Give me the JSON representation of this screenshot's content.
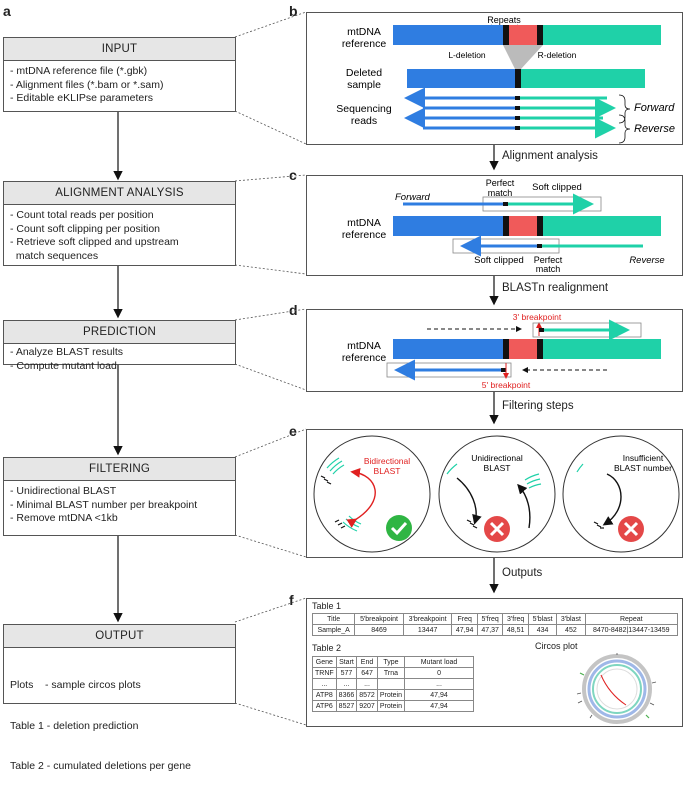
{
  "panel_labels": [
    "a",
    "b",
    "c",
    "d",
    "e",
    "f"
  ],
  "pipeline": [
    {
      "title": "INPUT",
      "items": [
        "- mtDNA reference file (*.gbk)",
        "- Alignment files (*.bam or *.sam)",
        "- Editable eKLIPse parameters"
      ]
    },
    {
      "title": "ALIGNMENT ANALYSIS",
      "items": [
        "- Count total reads per position",
        "- Count soft clipping per position",
        "- Retrieve soft clipped and upstream",
        "  match sequences"
      ]
    },
    {
      "title": "PREDICTION",
      "items": [
        "- Analyze BLAST results",
        "- Compute mutant load"
      ]
    },
    {
      "title": "FILTERING",
      "items": [
        "- Unidirectional BLAST",
        "- Minimal BLAST number per breakpoint",
        "- Remove mtDNA <1kb"
      ]
    },
    {
      "title": "OUTPUT",
      "items": [
        "Plots    - sample circos plots",
        "Table 1 - deletion prediction",
        "Table 2 - cumulated deletions per gene"
      ]
    }
  ],
  "steps": [
    "Alignment analysis",
    "BLASTn realignment",
    "Filtering steps",
    "Outputs"
  ],
  "panel_b": {
    "repeats": "Repeats",
    "mtdna": "mtDNA",
    "reference": "reference",
    "l_deletion": "L-deletion",
    "r_deletion": "R-deletion",
    "deleted": "Deleted",
    "sample": "sample",
    "sequencing": "Sequencing",
    "reads": "reads",
    "forward": "Forward",
    "reverse": "Reverse"
  },
  "panel_c": {
    "forward": "Forward",
    "perfect": "Perfect",
    "match": "match",
    "soft_clipped": "Soft clipped",
    "mtdna": "mtDNA",
    "reference": "reference",
    "reverse": "Reverse"
  },
  "panel_d": {
    "bp3": "3' breakpoint",
    "bp5": "5' breakpoint",
    "mtdna": "mtDNA",
    "reference": "reference"
  },
  "panel_e": {
    "bidirectional": "Bidirectional",
    "unidirectional": "Unidirectional",
    "insufficient": "Insufficient",
    "blast": "BLAST",
    "blast_number": "BLAST number"
  },
  "table1": {
    "title": "Table 1",
    "headers": [
      "Title",
      "5'breakpoint",
      "3'breakpoint",
      "Freq",
      "5'freq",
      "3'freq",
      "5'blast",
      "3'blast",
      "Repeat"
    ],
    "rows": [
      [
        "Sample_A",
        "8469",
        "13447",
        "47,94",
        "47,37",
        "48,51",
        "434",
        "452",
        "8470-8482|13447-13459"
      ]
    ]
  },
  "table2": {
    "title": "Table 2",
    "headers": [
      "Gene",
      "Start",
      "End",
      "Type",
      "Mutant load"
    ],
    "rows": [
      [
        "TRNF",
        "577",
        "647",
        "Trna",
        "0"
      ],
      [
        "...",
        "...",
        "...",
        "",
        "..."
      ],
      [
        "ATP8",
        "8366",
        "8572",
        "Protein",
        "47,94"
      ],
      [
        "ATP6",
        "8527",
        "9207",
        "Protein",
        "47,94"
      ]
    ]
  },
  "circos_label": "Circos plot",
  "colors": {
    "blue": "#2f7de1",
    "teal": "#1fd1a8",
    "red": "#f05a5a",
    "black": "#111111",
    "gray": "#a7a7a7",
    "arrow_red": "#e02020",
    "check": "#2fb543",
    "cross": "#e44848"
  }
}
